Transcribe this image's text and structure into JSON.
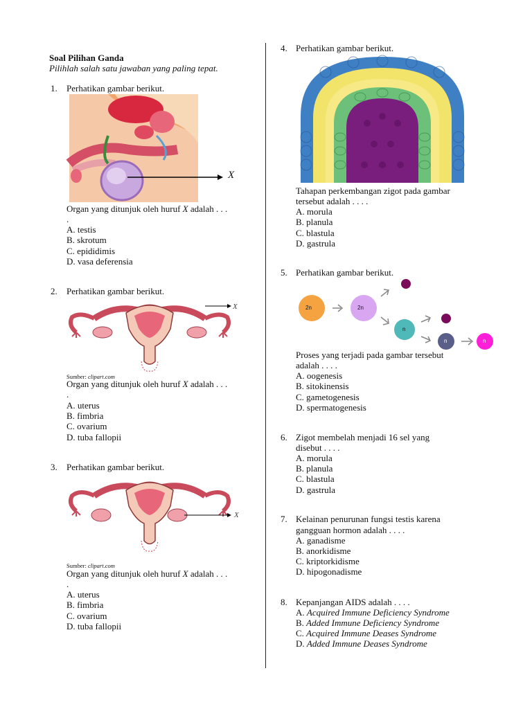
{
  "header": {
    "title": "Soal Pilihan Ganda",
    "instruction": "Pilihlah salah satu jawaban yang paling tepat."
  },
  "questions": [
    {
      "number": "1.",
      "stem": "Perhatikan gambar berikut.",
      "figure_label": "X",
      "followup_1": "Organ yang ditunjuk oleh huruf",
      "followup_x": "X",
      "followup_2": "adalah . . .",
      "followup_dot": ".",
      "options": [
        "A. testis",
        "B. skrotum",
        "C. epididimis",
        "D. vasa deferensia"
      ]
    },
    {
      "number": "2.",
      "stem": "Perhatikan gambar berikut.",
      "figure_label": "X",
      "source_prefix": "Sumber:",
      "source_name": "clipart.com",
      "followup_1": "Organ yang ditunjuk oleh huruf",
      "followup_x": "X",
      "followup_2": "adalah . . .",
      "followup_dot": ".",
      "options": [
        "A. uterus",
        "B. fimbria",
        "C. ovarium",
        "D. tuba fallopii"
      ]
    },
    {
      "number": "3.",
      "stem": "Perhatikan gambar berikut.",
      "figure_label": "X",
      "source_prefix": "Sumber:",
      "source_name": "clipart.com",
      "followup_1": "Organ yang ditunjuk oleh huruf",
      "followup_x": "X",
      "followup_2": "adalah . . .",
      "followup_dot": ".",
      "options": [
        "A. uterus",
        "B. fimbria",
        "C. ovarium",
        "D. tuba fallopii"
      ]
    },
    {
      "number": "4.",
      "stem": "Perhatikan gambar berikut.",
      "question_line1": "Tahapan perkembangan zigot pada gambar",
      "question_line2": "tersebut adalah . . . .",
      "options": [
        "A. morula",
        "B. planula",
        "C. blastula",
        "D. gastrula"
      ]
    },
    {
      "number": "5.",
      "stem": "Perhatikan gambar berikut.",
      "cell_labels": [
        "2n",
        "2n",
        "n",
        "n",
        "n"
      ],
      "question_line1": "Proses yang terjadi pada gambar tersebut",
      "question_line2": "adalah . . . .",
      "options": [
        "A. oogenesis",
        "B. sitokinensis",
        "C. gametogenesis",
        "D. spermatogenesis"
      ]
    },
    {
      "number": "6.",
      "question_line1": "Zigot membelah menjadi 16 sel yang",
      "question_line2": "disebut . . . .",
      "options": [
        "A. morula",
        "B. planula",
        "C. blastula",
        "D. gastrula"
      ]
    },
    {
      "number": "7.",
      "question_line1": "Kelainan penurunan fungsi testis karena",
      "question_line2": "gangguan hormon adalah . . . .",
      "options": [
        "A. ganadisme",
        "B. anorkidisme",
        "C. kriptorkidisme",
        "D. hipogonadisme"
      ]
    },
    {
      "number": "8.",
      "question_line1": "Kepanjangan AIDS adalah . . . .",
      "options": [
        {
          "letter": "A.",
          "text": "Acquired Immune Deficiency Syndrome"
        },
        {
          "letter": "B.",
          "text": "Added Immune Deficiency Syndrome"
        },
        {
          "letter": "C.",
          "text": "Acquired Immune Deases Syndrome"
        },
        {
          "letter": "D.",
          "text": "Added Immune Deases Syndrome"
        }
      ]
    }
  ],
  "colors": {
    "tissue_pink": "#e8667a",
    "skin": "#f5c9a8",
    "blastula_blue": "#4a86c8",
    "blastula_yellow": "#f2e36b",
    "blastula_green": "#6cc07a",
    "blastula_purple": "#7a1e7e",
    "cell_orange": "#f4a340",
    "cell_lilac": "#d9a6f2",
    "cell_teal": "#4fb8b8",
    "cell_navy": "#5a5f8a",
    "cell_magenta": "#ff1fd8",
    "cell_dark": "#7a0a5a"
  }
}
